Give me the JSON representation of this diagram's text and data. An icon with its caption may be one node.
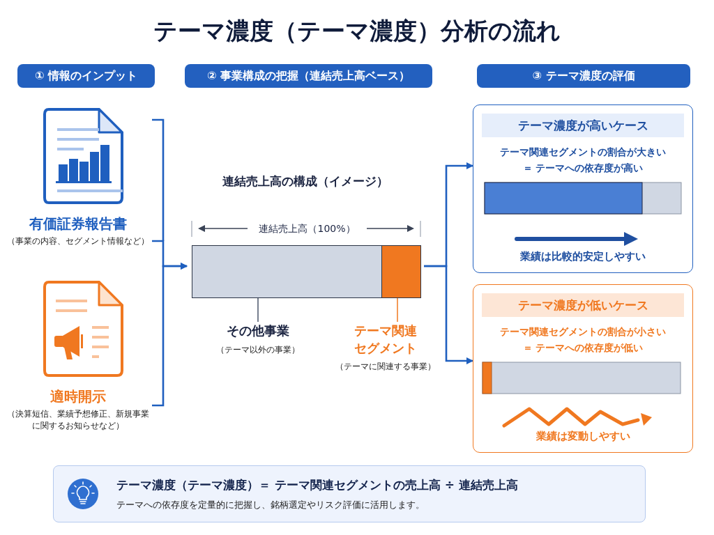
{
  "diagram": {
    "title": "テーマ濃度（テーマ濃度）分析の流れ",
    "nodes": [
      {
        "text": [
          "① 情報のインプット"
        ]
      },
      {
        "text": [
          "② 事業構成の把握（連結売上高ベース）"
        ]
      },
      {
        "text": [
          "③ テーマ濃度の評価"
        ]
      },
      {
        "text": [
          "有価証券報告書",
          "（事業の内容、セグメント情報など）"
        ]
      },
      {
        "text": [
          "適時開示",
          "（決算短信、業績予想修正、新規事業に関するお知らせなど）"
        ]
      },
      {
        "text": [
          "連結売上高の構成（イメージ）"
        ]
      },
      {
        "text": [],
        "shape": "bar",
        "in": 5
      },
      {
        "text": [],
        "shape": "bar",
        "in": 5
      },
      {
        "text": [
          "その他事業",
          "（テーマ以外の事業）"
        ]
      },
      {
        "text": [
          "テーマ関連セグメント",
          "（テーマに関連する事業）"
        ]
      },
      {
        "text": [
          "テーマ濃度が高いケース",
          "テーマ関連セグメントの割合が大きい＝ テーマへの依存度が高い",
          "業績は比較的安定しやすい"
        ]
      },
      {
        "text": [
          "テーマ濃度が低いケース",
          "テーマ関連セグメントの割合が小さい＝ テーマへの依存度が低い",
          "業績は変動しやすい"
        ]
      },
      {
        "text": [
          "テーマ濃度（テーマ濃度）＝ テーマ関連セグメントの売上高 ÷ 連結売上高",
          "テーマへの依存度を定量的に把握し、銘柄選定やリスク評価に活用します。"
        ]
      }
    ],
    "edges": [
      {
        "from": 3,
        "to": 5,
        "arrow": "to"
      },
      {
        "from": 4,
        "to": 5,
        "arrow": "to"
      },
      {
        "from": 8,
        "to": 6,
        "arrow": "none",
        "color": "#4a5568"
      },
      {
        "from": 9,
        "to": 7,
        "arrow": "none",
        "color": "#f07820"
      },
      {
        "from": 5,
        "to": 10,
        "arrow": "to"
      },
      {
        "from": 5,
        "to": 11,
        "arrow": "to"
      }
    ],
    "labels": [
      "連結売上高（100%）"
    ]
  }
}
